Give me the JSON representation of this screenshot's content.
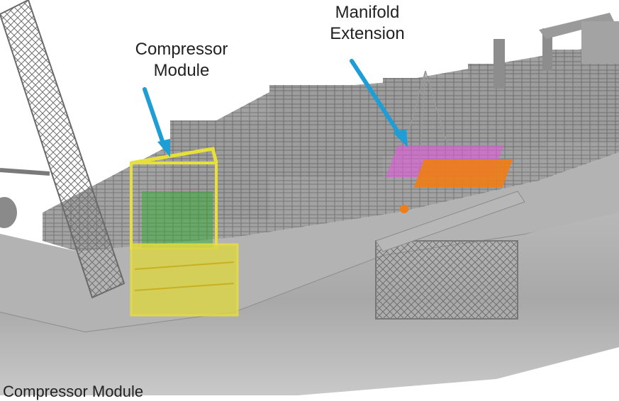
{
  "labels": {
    "compressor_line1": "Compressor",
    "compressor_line2": "Module",
    "manifold_line1": "Manifold",
    "manifold_line2": "Extension",
    "bottom_caption": "Compressor Module"
  },
  "colors": {
    "hull": "#9a9a9a",
    "hull_light": "#c8c8c8",
    "structure": "#7a7a7a",
    "compressor_module": "#e8e03a",
    "compressor_piping": "#2fae2f",
    "manifold_orange": "#f07d16",
    "manifold_magenta": "#e05ad8",
    "arrow": "#1e9ed4",
    "label_text": "#222222"
  },
  "icons": {
    "callout_arrow": "arrow-down-right-icon"
  }
}
